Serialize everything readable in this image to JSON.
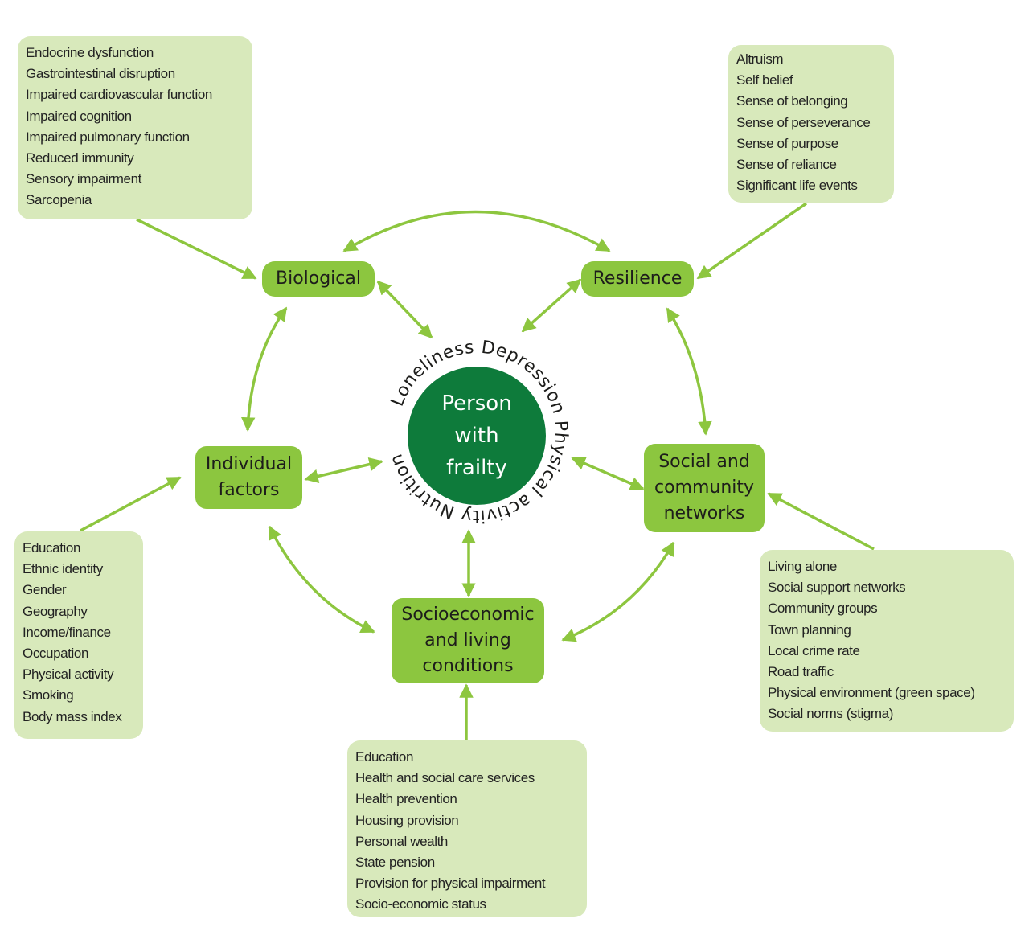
{
  "colors": {
    "node_fill": "#8cc63f",
    "info_fill": "#d8e9bb",
    "center_fill": "#0e7b3b",
    "arrow": "#8dc63f"
  },
  "center": {
    "label": "Person\nwith\nfrailty",
    "ring_text": "Loneliness Depression Physical activity Nutrition",
    "ring_terms": [
      "Loneliness",
      "Depression",
      "Physical activity",
      "Nutrition"
    ]
  },
  "nodes": {
    "biological": "Biological",
    "resilience": "Resilience",
    "individual": "Individual\nfactors",
    "social": "Social and\ncommunity\nnetworks",
    "socioeconomic": "Socioeconomic\nand living\nconditions"
  },
  "info": {
    "biological": [
      "Endocrine dysfunction",
      "Gastrointestinal disruption",
      "Impaired cardiovascular function",
      "Impaired cognition",
      "Impaired pulmonary function",
      "Reduced immunity",
      "Sensory impairment",
      "Sarcopenia"
    ],
    "resilience": [
      "Altruism",
      "Self belief",
      "Sense of belonging",
      "Sense of perseverance",
      "Sense of purpose",
      "Sense of reliance",
      "Significant life events"
    ],
    "individual": [
      "Education",
      "Ethnic identity",
      "Gender",
      "Geography",
      "Income/finance",
      "Occupation",
      "Physical activity",
      "Smoking",
      "Body mass index"
    ],
    "social": [
      "Living alone",
      "Social support networks",
      "Community groups",
      "Town planning",
      "Local crime rate",
      "Road traffic",
      "Physical environment (green space)",
      "Social norms (stigma)"
    ],
    "socioeconomic": [
      "Education",
      "Health and social care services",
      "Health prevention",
      "Housing provision",
      "Personal wealth",
      "State pension",
      "Provision for physical impairment",
      "Socio-economic status"
    ]
  },
  "connections": [
    {
      "from": "biological",
      "to": "resilience",
      "type": "bidirectional"
    },
    {
      "from": "biological",
      "to": "center",
      "type": "bidirectional"
    },
    {
      "from": "resilience",
      "to": "center",
      "type": "bidirectional"
    },
    {
      "from": "biological",
      "to": "individual",
      "type": "bidirectional"
    },
    {
      "from": "resilience",
      "to": "social",
      "type": "bidirectional"
    },
    {
      "from": "individual",
      "to": "center",
      "type": "bidirectional"
    },
    {
      "from": "social",
      "to": "center",
      "type": "bidirectional"
    },
    {
      "from": "socioeconomic",
      "to": "center",
      "type": "bidirectional"
    },
    {
      "from": "individual",
      "to": "socioeconomic",
      "type": "bidirectional"
    },
    {
      "from": "social",
      "to": "socioeconomic",
      "type": "bidirectional"
    },
    {
      "from": "info-biological",
      "to": "biological",
      "type": "directed"
    },
    {
      "from": "info-resilience",
      "to": "resilience",
      "type": "directed"
    },
    {
      "from": "info-individual",
      "to": "individual",
      "type": "directed"
    },
    {
      "from": "info-social",
      "to": "social",
      "type": "directed"
    },
    {
      "from": "info-socioeconomic",
      "to": "socioeconomic",
      "type": "directed"
    }
  ]
}
